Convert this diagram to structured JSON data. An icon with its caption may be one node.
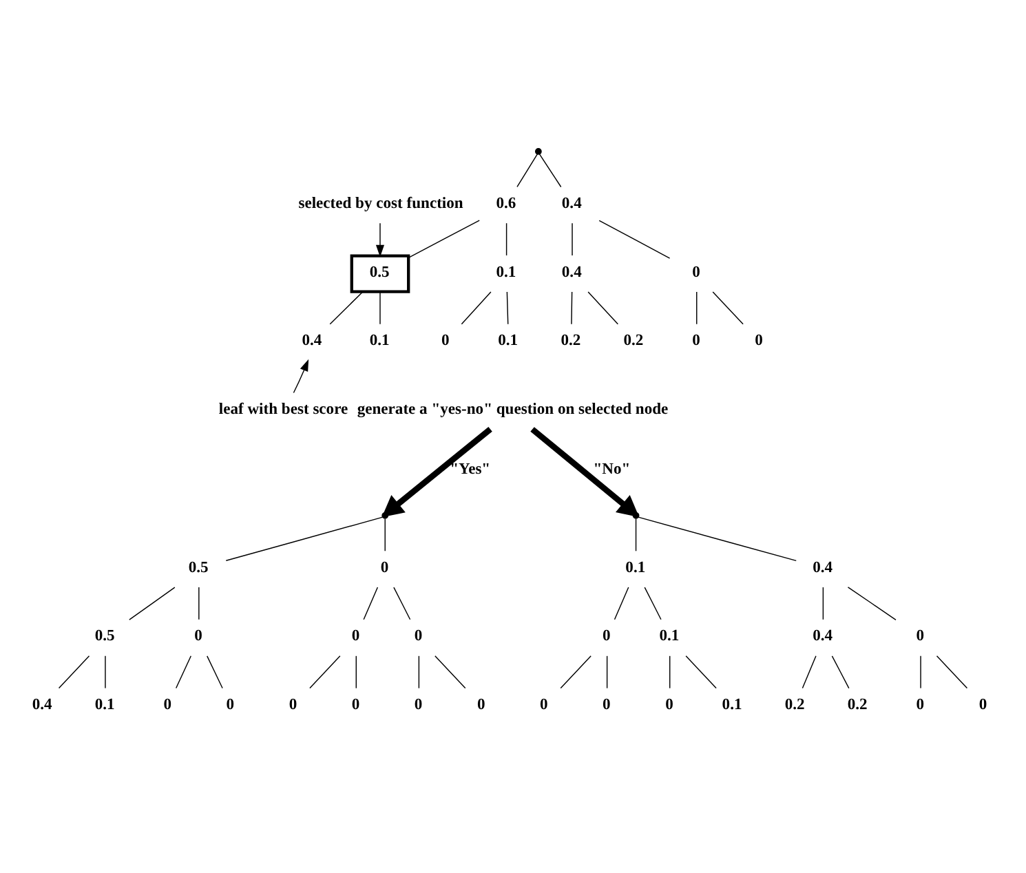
{
  "diagram": {
    "nodes": [
      {
        "text": [],
        "shape": "point"
      },
      {
        "text": [
          "0.6"
        ]
      },
      {
        "text": [
          "0.4"
        ]
      },
      {
        "text": [
          "0.5"
        ]
      },
      {
        "text": [
          "0.1"
        ]
      },
      {
        "text": [
          "0.4"
        ]
      },
      {
        "text": [
          "0"
        ]
      },
      {
        "text": [
          "0.4"
        ]
      },
      {
        "text": [
          "0.1"
        ]
      },
      {
        "text": [
          "0"
        ]
      },
      {
        "text": [
          "0.1"
        ]
      },
      {
        "text": [
          "0.2"
        ]
      },
      {
        "text": [
          "0.2"
        ]
      },
      {
        "text": [
          "0"
        ]
      },
      {
        "text": [
          "0"
        ]
      },
      {
        "text": [
          "selected by cost function"
        ]
      },
      {
        "text": [
          "leaf with best score"
        ]
      },
      {
        "text": [
          "generate a \"yes-no\" question on selected node"
        ]
      },
      {
        "text": [],
        "shape": "point"
      },
      {
        "text": [
          "0.5"
        ]
      },
      {
        "text": [
          "0"
        ]
      },
      {
        "text": [
          "0.5"
        ]
      },
      {
        "text": [
          "0"
        ]
      },
      {
        "text": [
          "0"
        ]
      },
      {
        "text": [
          "0"
        ]
      },
      {
        "text": [
          "0.4"
        ]
      },
      {
        "text": [
          "0.1"
        ]
      },
      {
        "text": [
          "0"
        ]
      },
      {
        "text": [
          "0"
        ]
      },
      {
        "text": [
          "0"
        ]
      },
      {
        "text": [
          "0"
        ]
      },
      {
        "text": [
          "0"
        ]
      },
      {
        "text": [
          "0"
        ]
      },
      {
        "text": [],
        "shape": "point"
      },
      {
        "text": [
          "0.1"
        ]
      },
      {
        "text": [
          "0.4"
        ]
      },
      {
        "text": [
          "0"
        ]
      },
      {
        "text": [
          "0.1"
        ]
      },
      {
        "text": [
          "0.4"
        ]
      },
      {
        "text": [
          "0"
        ]
      },
      {
        "text": [
          "0"
        ]
      },
      {
        "text": [
          "0"
        ]
      },
      {
        "text": [
          "0"
        ]
      },
      {
        "text": [
          "0.1"
        ]
      },
      {
        "text": [
          "0.2"
        ]
      },
      {
        "text": [
          "0.2"
        ]
      },
      {
        "text": [
          "0"
        ]
      },
      {
        "text": [
          "0"
        ]
      }
    ],
    "edges": [
      {
        "from": 0,
        "to": 1,
        "arrow": "none"
      },
      {
        "from": 0,
        "to": 2,
        "arrow": "none"
      },
      {
        "from": 1,
        "to": 3,
        "arrow": "none"
      },
      {
        "from": 1,
        "to": 4,
        "arrow": "none"
      },
      {
        "from": 2,
        "to": 5,
        "arrow": "none"
      },
      {
        "from": 2,
        "to": 6,
        "arrow": "none"
      },
      {
        "from": 3,
        "to": 7,
        "arrow": "none"
      },
      {
        "from": 3,
        "to": 8,
        "arrow": "none"
      },
      {
        "from": 4,
        "to": 9,
        "arrow": "none"
      },
      {
        "from": 4,
        "to": 10,
        "arrow": "none"
      },
      {
        "from": 5,
        "to": 11,
        "arrow": "none"
      },
      {
        "from": 5,
        "to": 12,
        "arrow": "none"
      },
      {
        "from": 6,
        "to": 13,
        "arrow": "none"
      },
      {
        "from": 6,
        "to": 14,
        "arrow": "none"
      },
      {
        "from": 15,
        "to": 3,
        "arrow": "to"
      },
      {
        "from": 16,
        "to": 7,
        "arrow": "to"
      },
      {
        "from": 17,
        "to": 18,
        "arrow": "to",
        "label": "\"Yes\"",
        "style": "thick"
      },
      {
        "from": 17,
        "to": 33,
        "arrow": "to",
        "label": "\"No\"",
        "style": "thick"
      },
      {
        "from": 18,
        "to": 19,
        "arrow": "none"
      },
      {
        "from": 18,
        "to": 20,
        "arrow": "none"
      },
      {
        "from": 19,
        "to": 21,
        "arrow": "none"
      },
      {
        "from": 19,
        "to": 22,
        "arrow": "none"
      },
      {
        "from": 20,
        "to": 23,
        "arrow": "none"
      },
      {
        "from": 20,
        "to": 24,
        "arrow": "none"
      },
      {
        "from": 21,
        "to": 25,
        "arrow": "none"
      },
      {
        "from": 21,
        "to": 26,
        "arrow": "none"
      },
      {
        "from": 22,
        "to": 27,
        "arrow": "none"
      },
      {
        "from": 22,
        "to": 28,
        "arrow": "none"
      },
      {
        "from": 23,
        "to": 29,
        "arrow": "none"
      },
      {
        "from": 23,
        "to": 30,
        "arrow": "none"
      },
      {
        "from": 24,
        "to": 31,
        "arrow": "none"
      },
      {
        "from": 24,
        "to": 32,
        "arrow": "none"
      },
      {
        "from": 33,
        "to": 34,
        "arrow": "none"
      },
      {
        "from": 33,
        "to": 35,
        "arrow": "none"
      },
      {
        "from": 34,
        "to": 36,
        "arrow": "none"
      },
      {
        "from": 34,
        "to": 37,
        "arrow": "none"
      },
      {
        "from": 35,
        "to": 38,
        "arrow": "none"
      },
      {
        "from": 35,
        "to": 39,
        "arrow": "none"
      },
      {
        "from": 36,
        "to": 40,
        "arrow": "none"
      },
      {
        "from": 36,
        "to": 41,
        "arrow": "none"
      },
      {
        "from": 37,
        "to": 42,
        "arrow": "none"
      },
      {
        "from": 37,
        "to": 43,
        "arrow": "none"
      },
      {
        "from": 38,
        "to": 44,
        "arrow": "none"
      },
      {
        "from": 38,
        "to": 45,
        "arrow": "none"
      },
      {
        "from": 39,
        "to": 46,
        "arrow": "none"
      },
      {
        "from": 39,
        "to": 47,
        "arrow": "none"
      }
    ]
  }
}
